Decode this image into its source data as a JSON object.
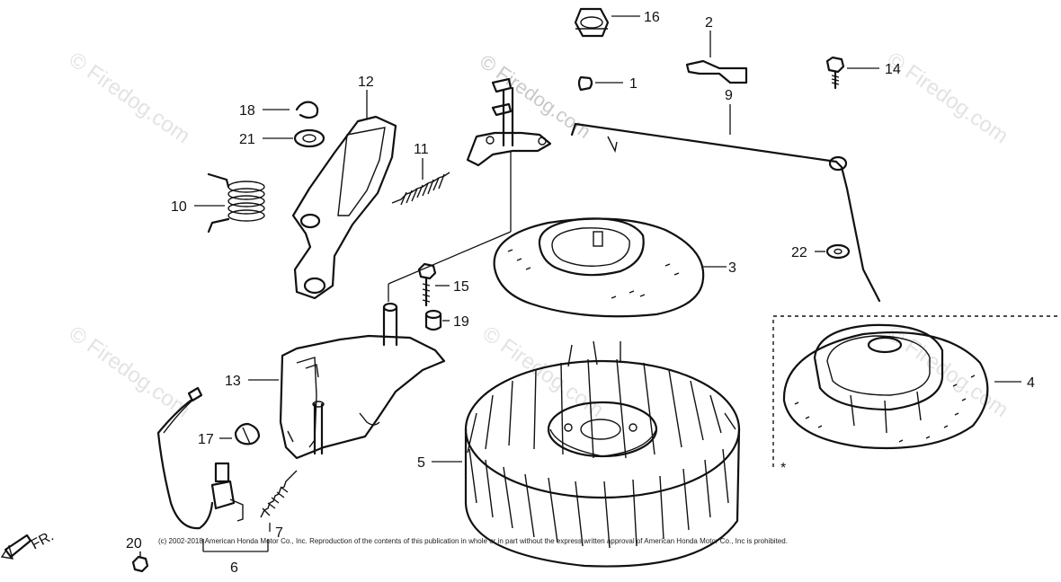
{
  "watermark": "© Firedog.com",
  "direction_label": "FR.",
  "copyright": "(c) 2002-2018 American Honda Motor Co., Inc. Reproduction of the contents of this publication in whole or in part without the express written approval of American Honda Motor Co., Inc is prohibited.",
  "callouts": {
    "c1": "1",
    "c2": "2",
    "c3": "3",
    "c4": "4",
    "c5": "5",
    "c6": "6",
    "c7": "7",
    "c9": "9",
    "c10": "10",
    "c11": "11",
    "c12": "12",
    "c13": "13",
    "c14": "14",
    "c15": "15",
    "c16": "16",
    "c17": "17",
    "c18": "18",
    "c19": "19",
    "c20": "20",
    "c21": "21",
    "c22": "22"
  }
}
